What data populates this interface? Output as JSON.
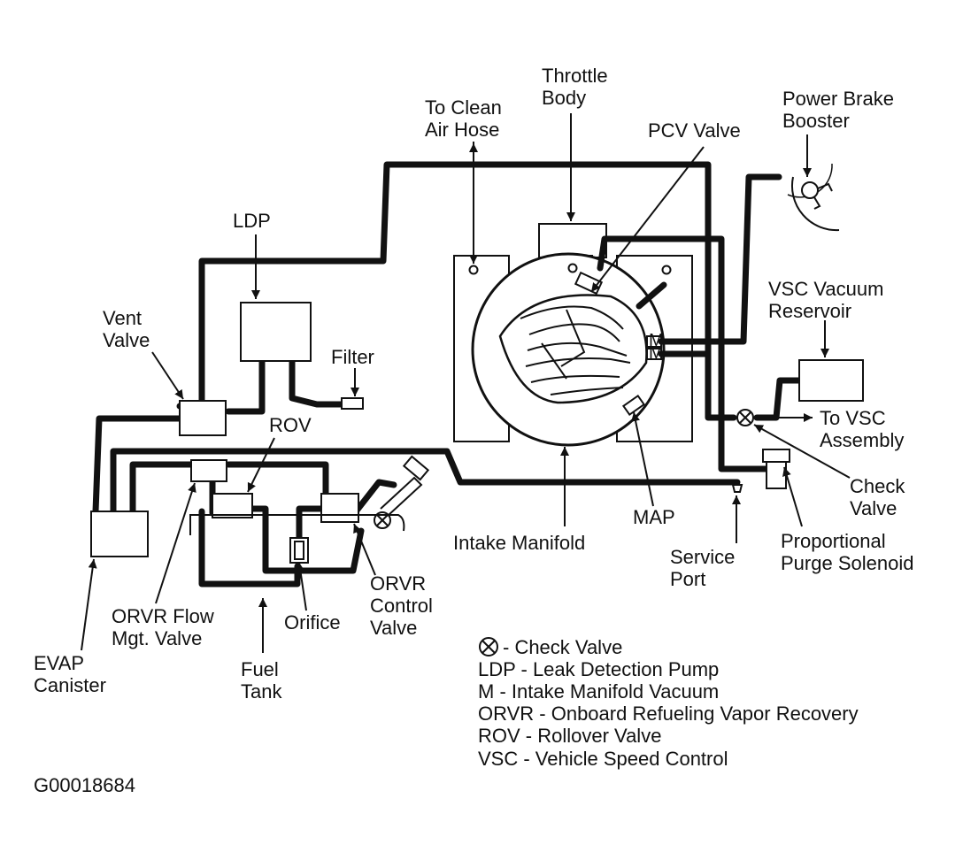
{
  "labels": {
    "throttle_body_1": "Throttle",
    "throttle_body_2": "Body",
    "clean_air_1": "To Clean",
    "clean_air_2": "Air Hose",
    "pcv_valve": "PCV Valve",
    "brake_booster_1": "Power Brake",
    "brake_booster_2": "Booster",
    "ldp": "LDP",
    "vent_valve_1": "Vent",
    "vent_valve_2": "Valve",
    "filter": "Filter",
    "vsc_reservoir_1": "VSC Vacuum",
    "vsc_reservoir_2": "Reservoir",
    "to_vsc_1": "To VSC",
    "to_vsc_2": "Assembly",
    "m_top": "M",
    "m_bottom": "M",
    "rov": "ROV",
    "check_valve_1": "Check",
    "check_valve_2": "Valve",
    "map": "MAP",
    "intake_manifold": "Intake Manifold",
    "service_port_1": "Service",
    "service_port_2": "Port",
    "purge_solenoid_1": "Proportional",
    "purge_solenoid_2": "Purge Solenoid",
    "orvr_control_1": "ORVR",
    "orvr_control_2": "Control",
    "orvr_control_3": "Valve",
    "orvr_flow_1": "ORVR Flow",
    "orvr_flow_2": "Mgt. Valve",
    "orifice": "Orifice",
    "evap_1": "EVAP",
    "evap_2": "Canister",
    "fuel_tank_1": "Fuel",
    "fuel_tank_2": "Tank"
  },
  "legend": [
    "- Check Valve",
    "LDP - Leak Detection Pump",
    "M - Intake Manifold Vacuum",
    "ORVR - Onboard Refueling Vapor Recovery",
    "ROV - Rollover Valve",
    "VSC - Vehicle Speed Control"
  ],
  "figure_id": "G00018684"
}
